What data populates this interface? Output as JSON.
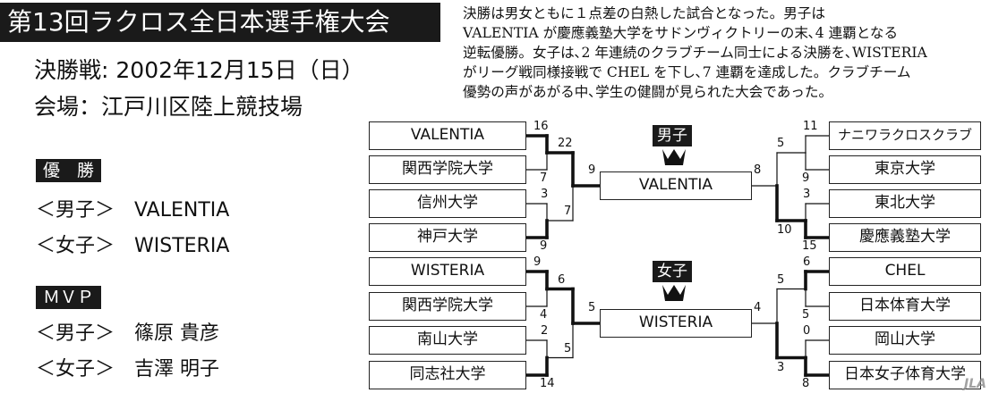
{
  "title": "第13回ラクロス全日本選手権大会",
  "final_date_label": "決勝戦",
  "final_date": "2002年12月15日（日）",
  "venue_label": "会場",
  "venue": "江戸川区陸上競技場",
  "description_lines": [
    "決勝は男女ともに１点差の白熱した試合となった。男子は",
    "VALENTIA が慶應義塾大学をサドンヴィクトリーの末､4 連覇となる",
    "逆転優勝。女子は､2 年連続のクラブチーム同士による決勝を､WISTERIA",
    "がリーグ戦同様接戦で CHEL を下し､7 連覇を達成した。クラブチーム",
    "優勢の声があがる中､学生の健闘が見られた大会であった。"
  ],
  "winner_label": "優　勝",
  "mens_label": "＜男子＞",
  "womens_label": "＜女子＞",
  "winner_men": "VALENTIA",
  "winner_women": "WISTERIA",
  "mvp_label": "ＭＶＰ",
  "mvp_men": "篠原 貴彦",
  "mvp_women": "吉澤 明子",
  "bracket": {
    "men": {
      "badge": "男子",
      "champion": "VALENTIA",
      "left_teams": [
        "VALENTIA",
        "関西学院大学",
        "信州大学",
        "神戸大学"
      ],
      "left_r1": [
        [
          "16",
          "7"
        ],
        [
          "3",
          "9"
        ]
      ],
      "left_r2": [
        "22",
        "7"
      ],
      "left_final": "9",
      "right_teams": [
        "ナニワラクロスクラブ",
        "東京大学",
        "東北大学",
        "慶應義塾大学"
      ],
      "right_r1": [
        [
          "11",
          "9"
        ],
        [
          "3",
          "15"
        ]
      ],
      "right_r2": [
        "5",
        "10"
      ],
      "right_final": "8"
    },
    "women": {
      "badge": "女子",
      "champion": "WISTERIA",
      "left_teams": [
        "WISTERIA",
        "関西学院大学",
        "南山大学",
        "同志社大学"
      ],
      "left_r1": [
        [
          "9",
          "4"
        ],
        [
          "2",
          "14"
        ]
      ],
      "left_r2": [
        "6",
        "5"
      ],
      "left_final": "5",
      "right_teams": [
        "CHEL",
        "日本体育大学",
        "岡山大学",
        "日本女子体育大学"
      ],
      "right_r1": [
        [
          "6",
          "5"
        ],
        [
          "0",
          "8"
        ]
      ],
      "right_r2": [
        "5",
        "3"
      ],
      "right_final": "4"
    }
  },
  "watermark": "JLA"
}
